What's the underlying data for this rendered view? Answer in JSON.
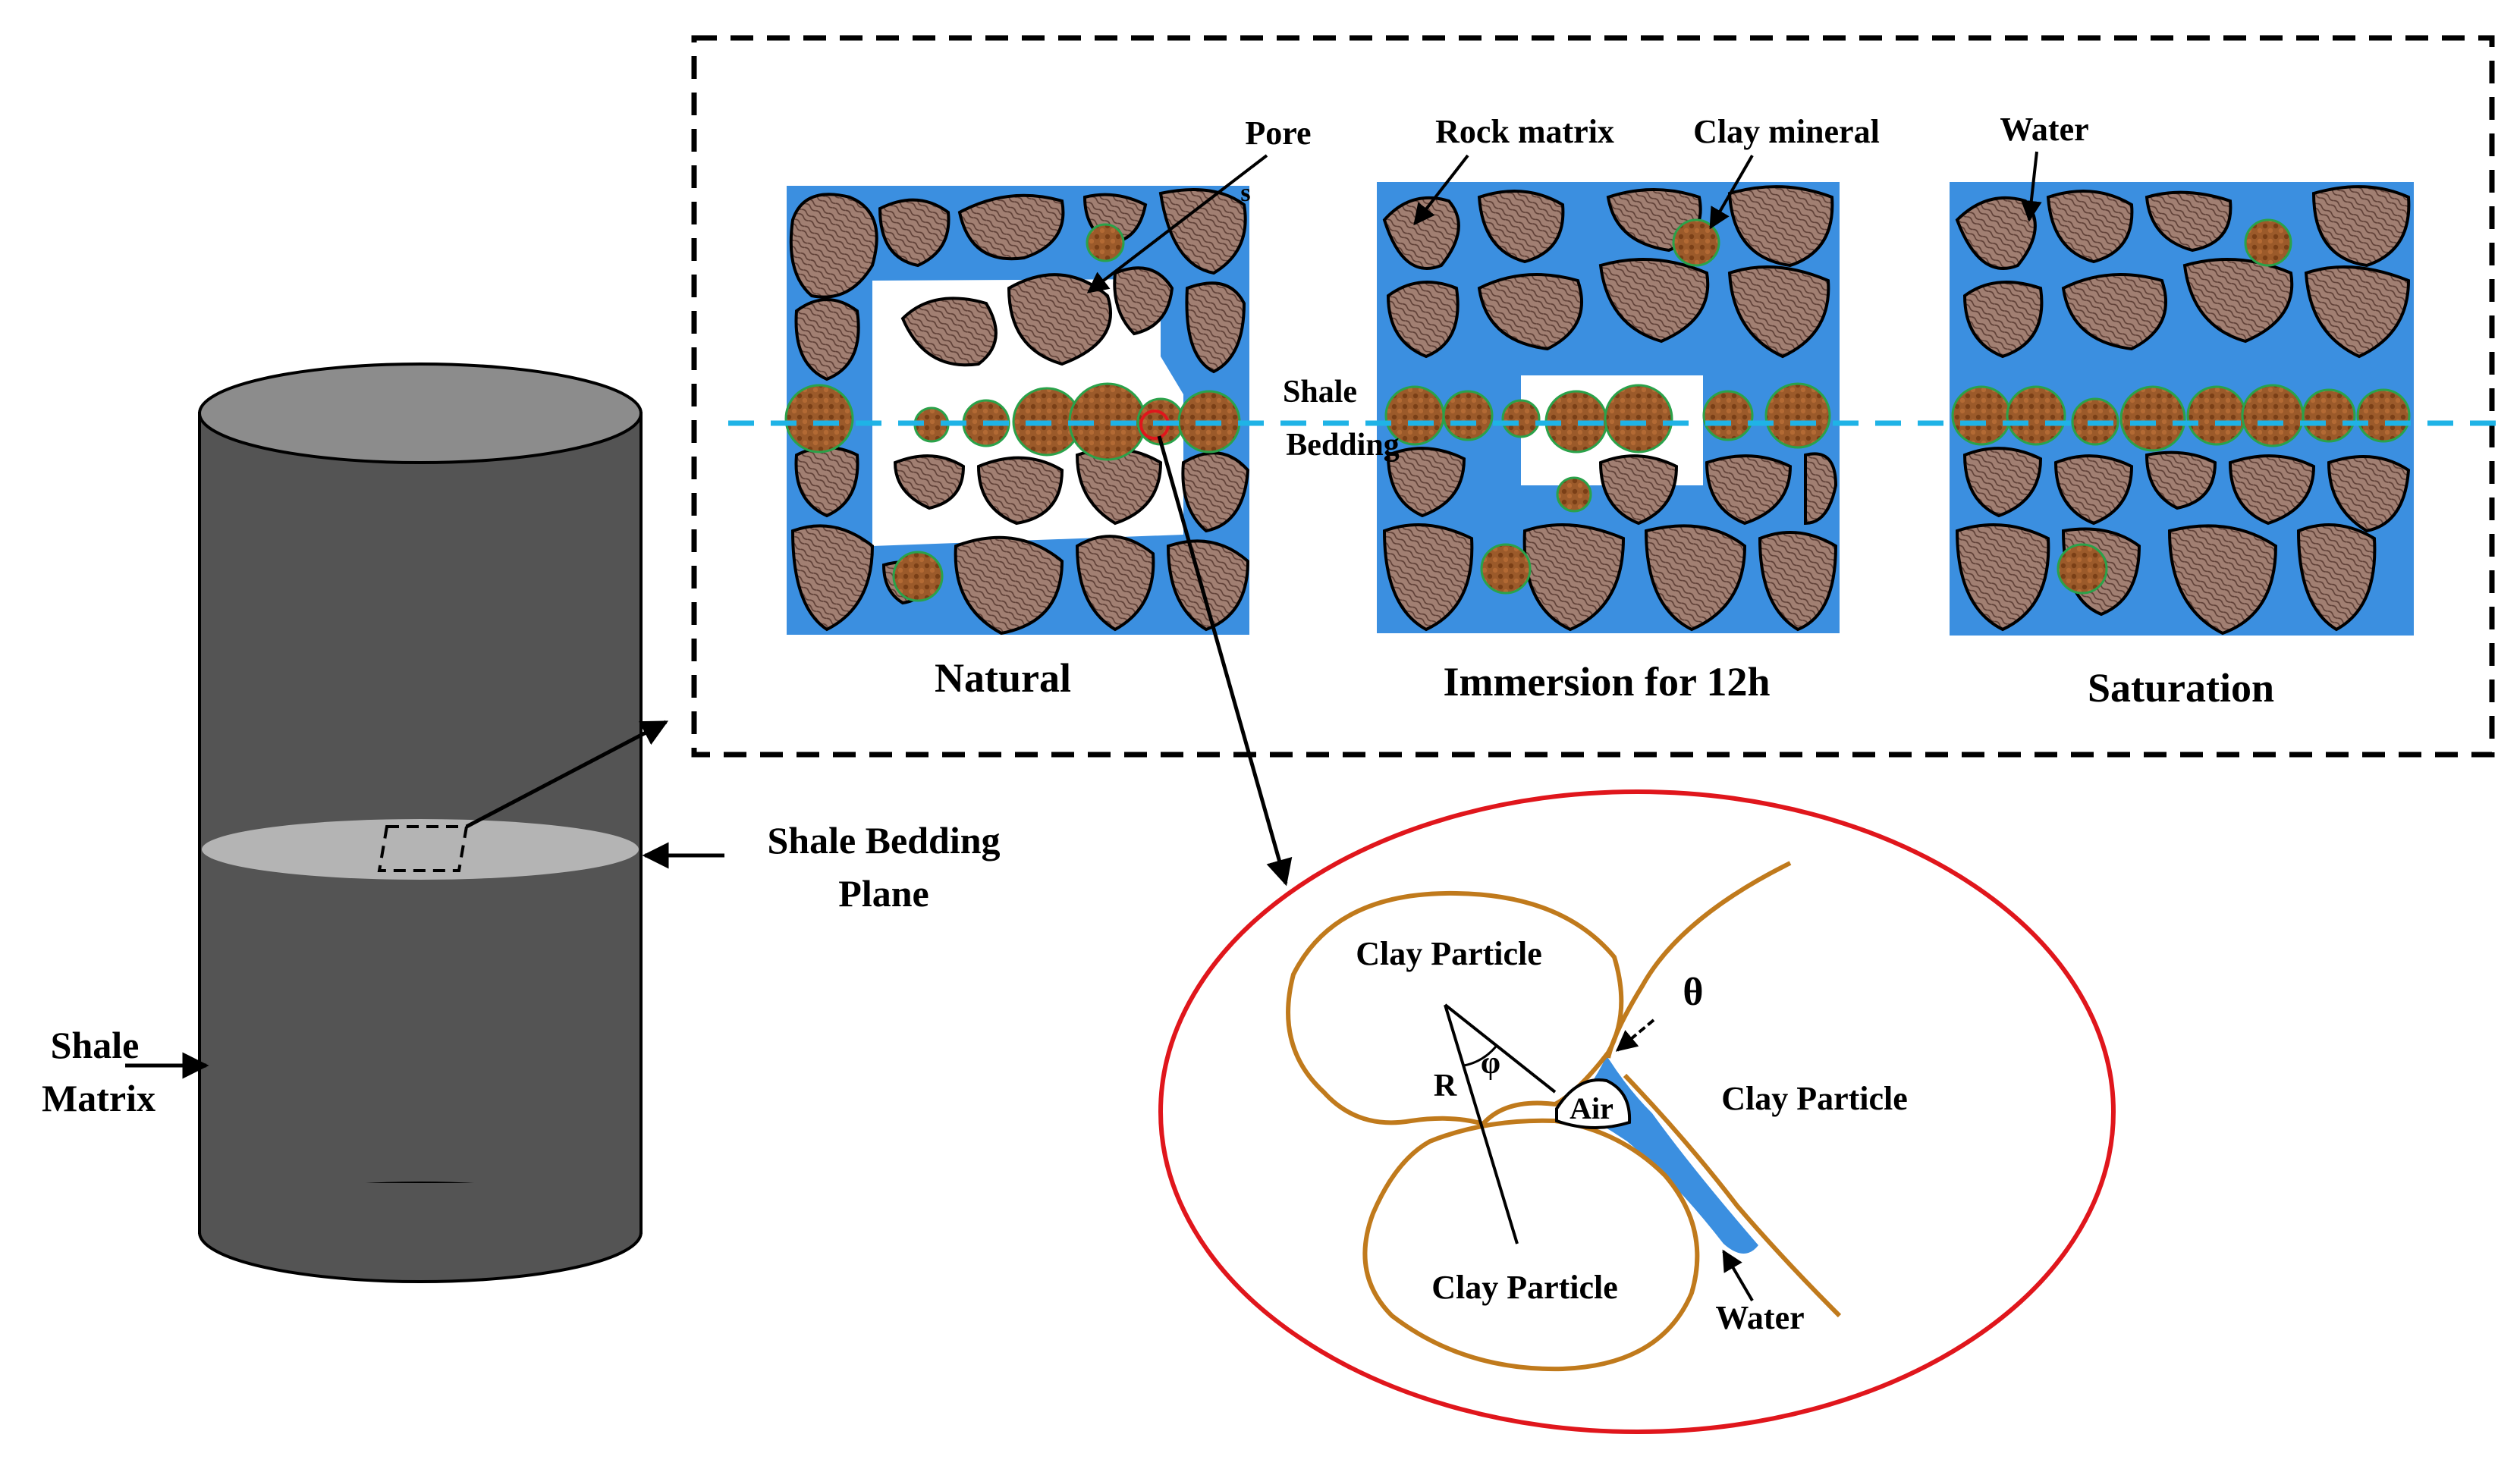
{
  "panels": {
    "natural": {
      "caption": "Natural"
    },
    "immersion": {
      "caption": "Immersion for 12h"
    },
    "saturation": {
      "caption": "Saturation"
    }
  },
  "callouts": {
    "pore": "Pore",
    "pore_fragment": "s",
    "rock_matrix": "Rock matrix",
    "clay_mineral": "Clay mineral",
    "water_top": "Water",
    "shale_bedding_line1": "Shale",
    "shale_bedding_line2": "Bedding"
  },
  "cylinder": {
    "plane_label_line1": "Shale Bedding",
    "plane_label_line2": "Plane",
    "matrix_label_line1": "Shale",
    "matrix_label_line2": "Matrix"
  },
  "zoom": {
    "particle_top_left": "Clay Particle",
    "particle_right": "Clay Particle",
    "particle_bottom": "Clay Particle",
    "air": "Air",
    "water": "Water",
    "theta": "θ",
    "phi": "φ",
    "radius": "R"
  },
  "colors": {
    "water_blue": "#3b8fe0",
    "rock_brown": "#a17f72",
    "clay_brown": "#9b5a2a",
    "clay_rim_green": "#2aa24a",
    "bedding_line": "#1fb3e6",
    "zoom_circle": "#e0161c",
    "particle_outline": "#c07a1c",
    "cylinder_body": "#545454",
    "cylinder_top": "#8c8c8c",
    "bedding_plane": "#b4b4b4"
  }
}
